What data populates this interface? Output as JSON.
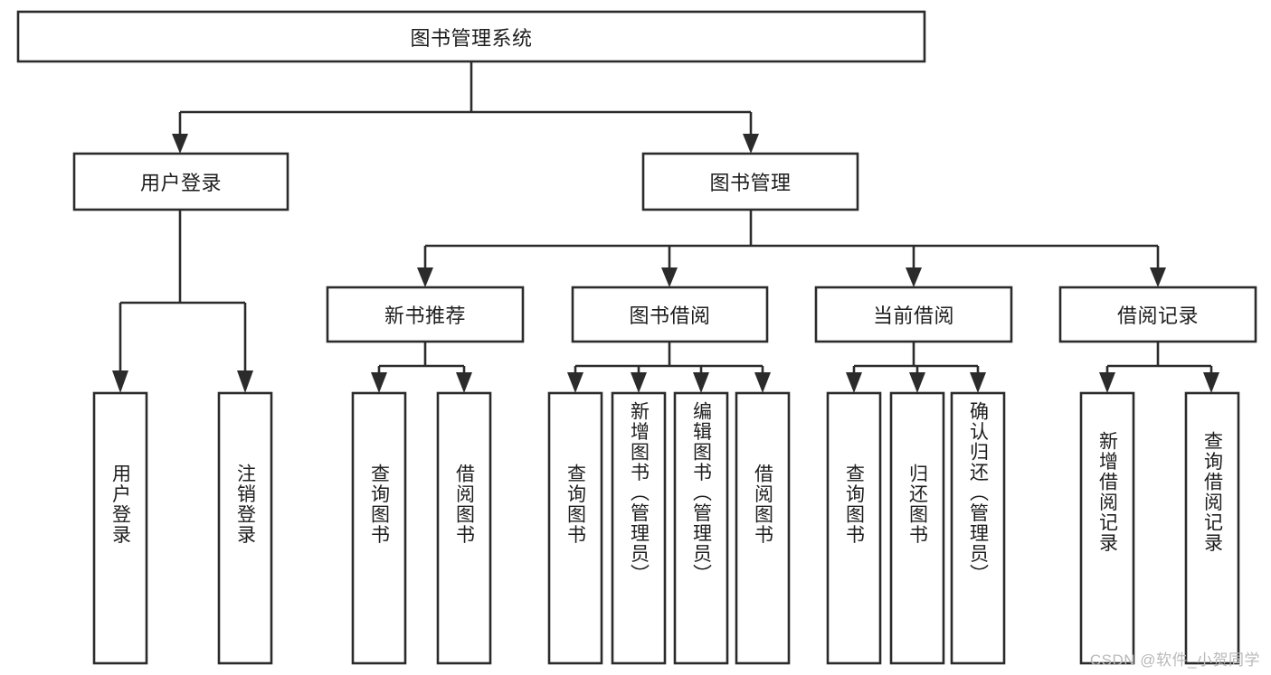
{
  "diagram": {
    "title": "图书管理系统",
    "type": "tree",
    "watermark": "CSDN @软件_小贺同学",
    "colors": {
      "box_stroke": "#2b2b2b",
      "box_fill": "#ffffff",
      "text": "#1d1d1d",
      "background": "#ffffff",
      "watermark": "#b9b9b9"
    },
    "nodes": {
      "root": {
        "label": "图书管理系统",
        "level": 0,
        "orientation": "horizontal"
      },
      "l1": [
        {
          "id": "user-login",
          "label": "用户登录",
          "orientation": "horizontal"
        },
        {
          "id": "book-manage",
          "label": "图书管理",
          "orientation": "horizontal"
        }
      ],
      "l2": [
        {
          "id": "new-book-rec",
          "label": "新书推荐",
          "orientation": "horizontal",
          "parent": "book-manage"
        },
        {
          "id": "book-borrow",
          "label": "图书借阅",
          "orientation": "horizontal",
          "parent": "book-manage"
        },
        {
          "id": "current-borrow",
          "label": "当前借阅",
          "orientation": "horizontal",
          "parent": "book-manage"
        },
        {
          "id": "borrow-record",
          "label": "借阅记录",
          "orientation": "horizontal",
          "parent": "book-manage"
        }
      ],
      "leaves": [
        {
          "id": "leaf-user-login",
          "label": "用户登录",
          "orientation": "vertical",
          "parent": "user-login"
        },
        {
          "id": "leaf-logout",
          "label": "注销登录",
          "orientation": "vertical",
          "parent": "user-login"
        },
        {
          "id": "leaf-query-book-1",
          "label": "查询图书",
          "orientation": "vertical",
          "parent": "new-book-rec"
        },
        {
          "id": "leaf-borrow-book-1",
          "label": "借阅图书",
          "orientation": "vertical",
          "parent": "new-book-rec"
        },
        {
          "id": "leaf-query-book-2",
          "label": "查询图书",
          "orientation": "vertical",
          "parent": "book-borrow"
        },
        {
          "id": "leaf-add-book",
          "label": "新增图书（管理员）",
          "orientation": "vertical",
          "parent": "book-borrow"
        },
        {
          "id": "leaf-edit-book",
          "label": "编辑图书（管理员）",
          "orientation": "vertical",
          "parent": "book-borrow"
        },
        {
          "id": "leaf-borrow-book-2",
          "label": "借阅图书",
          "orientation": "vertical",
          "parent": "book-borrow"
        },
        {
          "id": "leaf-query-book-3",
          "label": "查询图书",
          "orientation": "vertical",
          "parent": "current-borrow"
        },
        {
          "id": "leaf-return-book",
          "label": "归还图书",
          "orientation": "vertical",
          "parent": "current-borrow"
        },
        {
          "id": "leaf-confirm-return",
          "label": "确认归还（管理员）",
          "orientation": "vertical",
          "parent": "current-borrow"
        },
        {
          "id": "leaf-add-record",
          "label": "新增借阅记录",
          "orientation": "vertical",
          "parent": "borrow-record"
        },
        {
          "id": "leaf-query-record",
          "label": "查询借阅记录",
          "orientation": "vertical",
          "parent": "borrow-record"
        }
      ]
    }
  }
}
